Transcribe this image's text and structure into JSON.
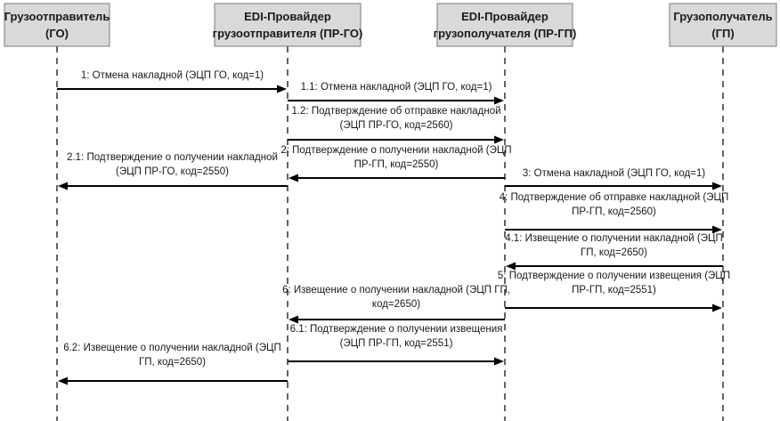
{
  "participants": [
    {
      "id": "go",
      "title": [
        "Грузоотправитель",
        "(ГО)"
      ]
    },
    {
      "id": "prgo",
      "title": [
        "EDI-Провайдер",
        "грузоотправителя (ПР-ГО)"
      ]
    },
    {
      "id": "prgp",
      "title": [
        "EDI-Провайдер",
        "грузополучателя (ПР-ГП)"
      ]
    },
    {
      "id": "gp",
      "title": [
        "Грузополучатель",
        "(ГП)"
      ]
    }
  ],
  "messages": [
    {
      "from": "go",
      "to": "prgo",
      "lines": [
        "1: Отмена накладной (ЭЦП ГО, код=1)"
      ]
    },
    {
      "from": "prgo",
      "to": "prgp",
      "lines": [
        "1.1: Отмена накладной (ЭЦП ГО, код=1)"
      ]
    },
    {
      "from": "prgo",
      "to": "prgp",
      "lines": [
        "1.2: Подтверждение об отправке накладной",
        "(ЭЦП ПР-ГО, код=2560)"
      ]
    },
    {
      "from": "prgp",
      "to": "prgo",
      "lines": [
        "2: Подтверждение о получении накладной (ЭЦП",
        "ПР-ГП, код=2550)"
      ]
    },
    {
      "from": "prgo",
      "to": "go",
      "lines": [
        "2.1: Подтверждение о получении накладной",
        "(ЭЦП ПР-ГО, код=2550)"
      ]
    },
    {
      "from": "prgp",
      "to": "gp",
      "lines": [
        "3: Отмена накладной (ЭЦП ГО, код=1)"
      ]
    },
    {
      "from": "prgp",
      "to": "gp",
      "lines": [
        "4: Подтверждение об отправке накладной (ЭЦП",
        "ПР-ГП, код=2560)"
      ]
    },
    {
      "from": "gp",
      "to": "prgp",
      "lines": [
        "4.1: Извещение о получении накладной (ЭЦП",
        "ГП, код=2650)"
      ]
    },
    {
      "from": "prgp",
      "to": "gp",
      "lines": [
        "5: Подтверждение о получении извещения (ЭЦП",
        "ПР-ГП, код=2551)"
      ]
    },
    {
      "from": "prgp",
      "to": "prgo",
      "lines": [
        "6: Извещение о получении накладной (ЭЦП ГП,",
        "код=2650)"
      ]
    },
    {
      "from": "prgo",
      "to": "prgp",
      "lines": [
        "6.1: Подтверждение о получении извещения",
        "(ЭЦП ПР-ГП, код=2551)"
      ]
    },
    {
      "from": "prgo",
      "to": "go",
      "lines": [
        "6.2: Извещение о получении накладной (ЭЦП",
        "ГП, код=2650)"
      ]
    }
  ]
}
